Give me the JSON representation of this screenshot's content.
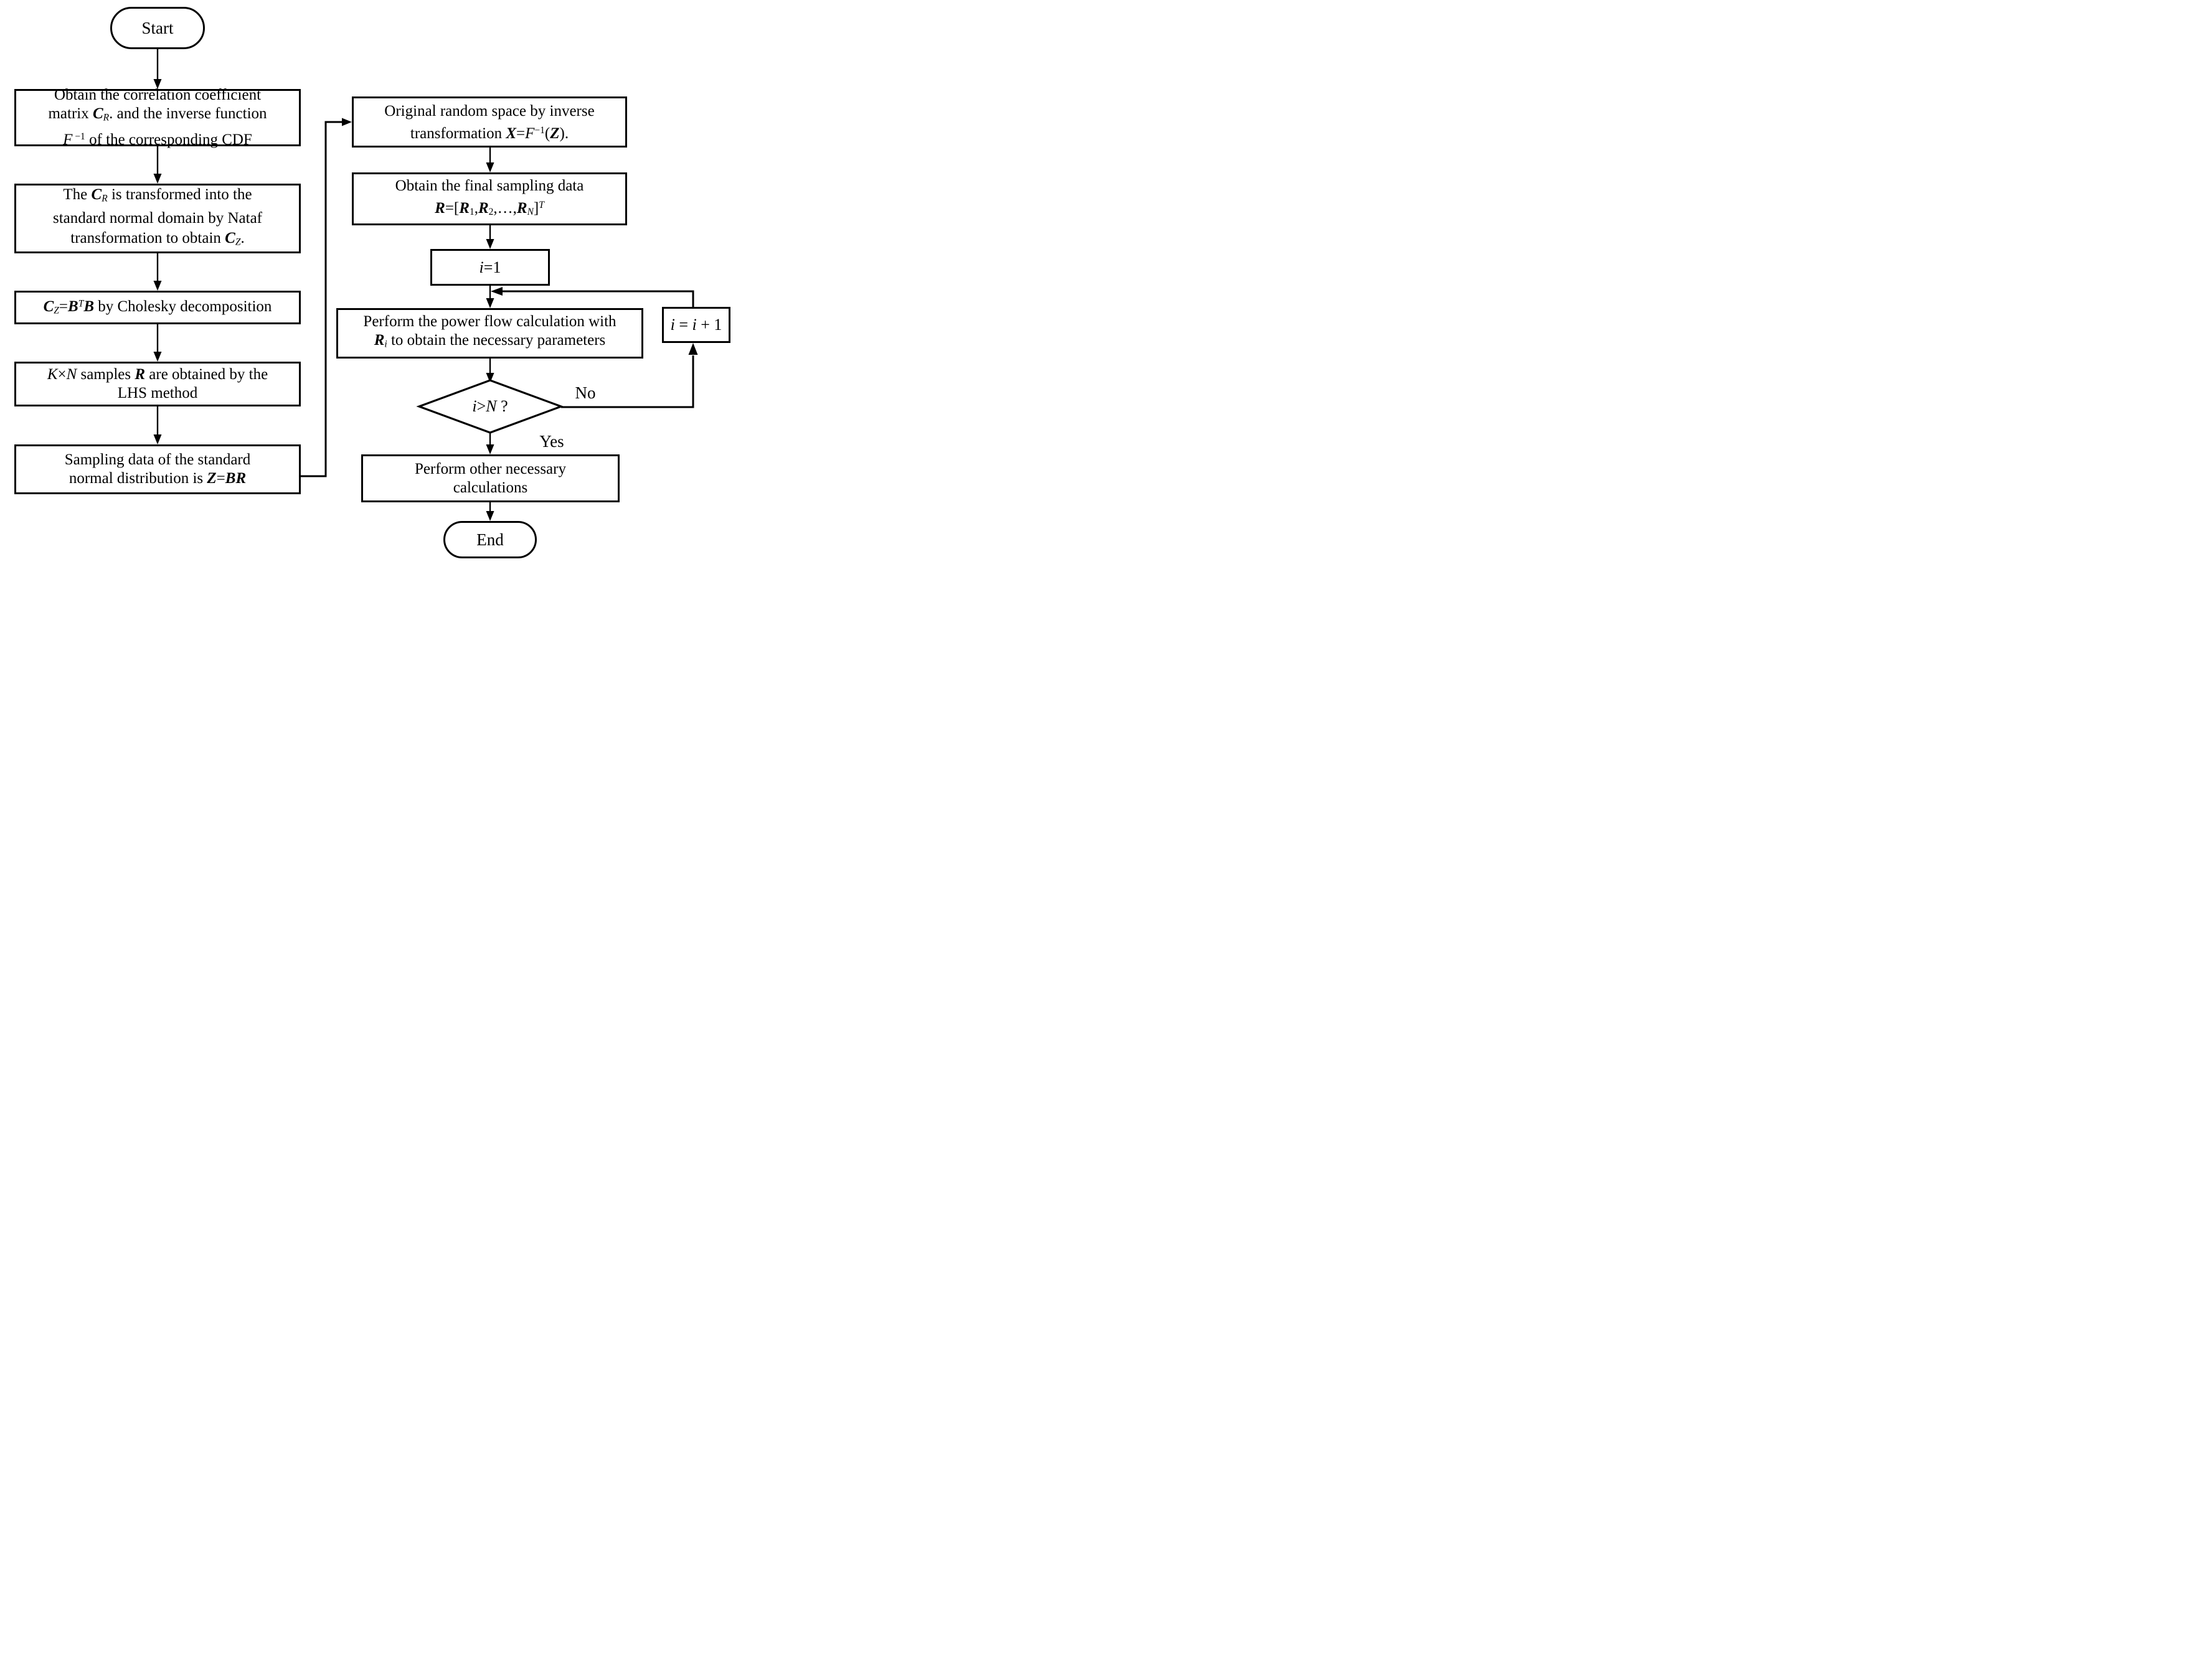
{
  "diagram": {
    "title_hint": "LHS sampling with Nataf transformation power flow flowchart",
    "colors": {
      "stroke": "#000000",
      "fill": "#ffffff",
      "text": "#000000"
    },
    "nodes": {
      "start": {
        "shape": "terminal",
        "lines": [
          [
            {
              "t": "Start"
            }
          ]
        ]
      },
      "box1": {
        "shape": "process",
        "lines": [
          [
            {
              "t": "Obtain the correlation coefficient"
            }
          ],
          [
            {
              "t": "matrix "
            },
            {
              "t": "C",
              "s": "bi"
            },
            {
              "t": "R",
              "s": "subi"
            },
            {
              "t": ". and the inverse function"
            }
          ],
          [
            {
              "t": "F",
              "s": "it"
            },
            {
              "t": " −1",
              "s": "sup"
            },
            {
              "t": " of the corresponding CDF"
            }
          ]
        ]
      },
      "box2": {
        "shape": "process",
        "lines": [
          [
            {
              "t": "The "
            },
            {
              "t": "C",
              "s": "bi"
            },
            {
              "t": "R",
              "s": "subi"
            },
            {
              "t": " is transformed into the"
            }
          ],
          [
            {
              "t": "standard normal domain by Nataf"
            }
          ],
          [
            {
              "t": "transformation to obtain "
            },
            {
              "t": "C",
              "s": "bi"
            },
            {
              "t": "Z",
              "s": "subi"
            },
            {
              "t": "."
            }
          ]
        ]
      },
      "box3": {
        "shape": "process",
        "lines": [
          [
            {
              "t": "C",
              "s": "bi"
            },
            {
              "t": "Z",
              "s": "subi"
            },
            {
              "t": "="
            },
            {
              "t": "B",
              "s": "bi"
            },
            {
              "t": "T",
              "s": "supi"
            },
            {
              "t": "B",
              "s": "bi"
            },
            {
              "t": " by Cholesky decomposition"
            }
          ]
        ]
      },
      "box4": {
        "shape": "process",
        "lines": [
          [
            {
              "t": "K",
              "s": "it"
            },
            {
              "t": "×"
            },
            {
              "t": "N",
              "s": "it"
            },
            {
              "t": " samples "
            },
            {
              "t": "R",
              "s": "bi"
            },
            {
              "t": " are obtained by the"
            }
          ],
          [
            {
              "t": "LHS method"
            }
          ]
        ]
      },
      "box5": {
        "shape": "process",
        "lines": [
          [
            {
              "t": "Sampling data of the standard"
            }
          ],
          [
            {
              "t": "normal distribution is "
            },
            {
              "t": "Z",
              "s": "bi"
            },
            {
              "t": "="
            },
            {
              "t": "B",
              "s": "bi"
            },
            {
              "t": "R",
              "s": "bi"
            }
          ]
        ]
      },
      "r1": {
        "shape": "process",
        "lines": [
          [
            {
              "t": "Original random space by inverse"
            }
          ],
          [
            {
              "t": "transformation "
            },
            {
              "t": "X",
              "s": "bi"
            },
            {
              "t": "="
            },
            {
              "t": "F",
              "s": "it"
            },
            {
              "t": "−1",
              "s": "sup"
            },
            {
              "t": "("
            },
            {
              "t": "Z",
              "s": "bi"
            },
            {
              "t": ")."
            }
          ]
        ]
      },
      "r2": {
        "shape": "process",
        "lines": [
          [
            {
              "t": "Obtain the final sampling data"
            }
          ],
          [
            {
              "t": "R",
              "s": "bi"
            },
            {
              "t": "=["
            },
            {
              "t": "R",
              "s": "bi"
            },
            {
              "t": "1",
              "s": "sub"
            },
            {
              "t": ","
            },
            {
              "t": "R",
              "s": "bi"
            },
            {
              "t": "2",
              "s": "sub"
            },
            {
              "t": ",…,"
            },
            {
              "t": "R",
              "s": "bi"
            },
            {
              "t": "N",
              "s": "subi"
            },
            {
              "t": "]"
            },
            {
              "t": "T",
              "s": "supi"
            }
          ]
        ]
      },
      "r3": {
        "shape": "process",
        "lines": [
          [
            {
              "t": "i",
              "s": "it"
            },
            {
              "t": "=1"
            }
          ]
        ]
      },
      "r4": {
        "shape": "process",
        "lines": [
          [
            {
              "t": "Perform the power flow calculation with"
            }
          ],
          [
            {
              "t": "R",
              "s": "bi"
            },
            {
              "t": "i",
              "s": "subi"
            },
            {
              "t": " to obtain the necessary parameters"
            }
          ]
        ]
      },
      "decision": {
        "shape": "decision",
        "lines": [
          [
            {
              "t": "i",
              "s": "it"
            },
            {
              "t": ">"
            },
            {
              "t": "N",
              "s": "it"
            },
            {
              "t": " ?"
            }
          ]
        ]
      },
      "r5": {
        "shape": "process",
        "lines": [
          [
            {
              "t": "Perform other necessary"
            }
          ],
          [
            {
              "t": "calculations"
            }
          ]
        ]
      },
      "iplus": {
        "shape": "process",
        "lines": [
          [
            {
              "t": "i",
              "s": "it"
            },
            {
              "t": " = "
            },
            {
              "t": "i",
              "s": "it"
            },
            {
              "t": " + 1"
            }
          ]
        ]
      },
      "end": {
        "shape": "terminal",
        "lines": [
          [
            {
              "t": "End"
            }
          ]
        ]
      }
    },
    "labels": {
      "no": {
        "lines": [
          [
            {
              "t": "No"
            }
          ]
        ]
      },
      "yes": {
        "lines": [
          [
            {
              "t": "Yes"
            }
          ]
        ]
      }
    }
  }
}
